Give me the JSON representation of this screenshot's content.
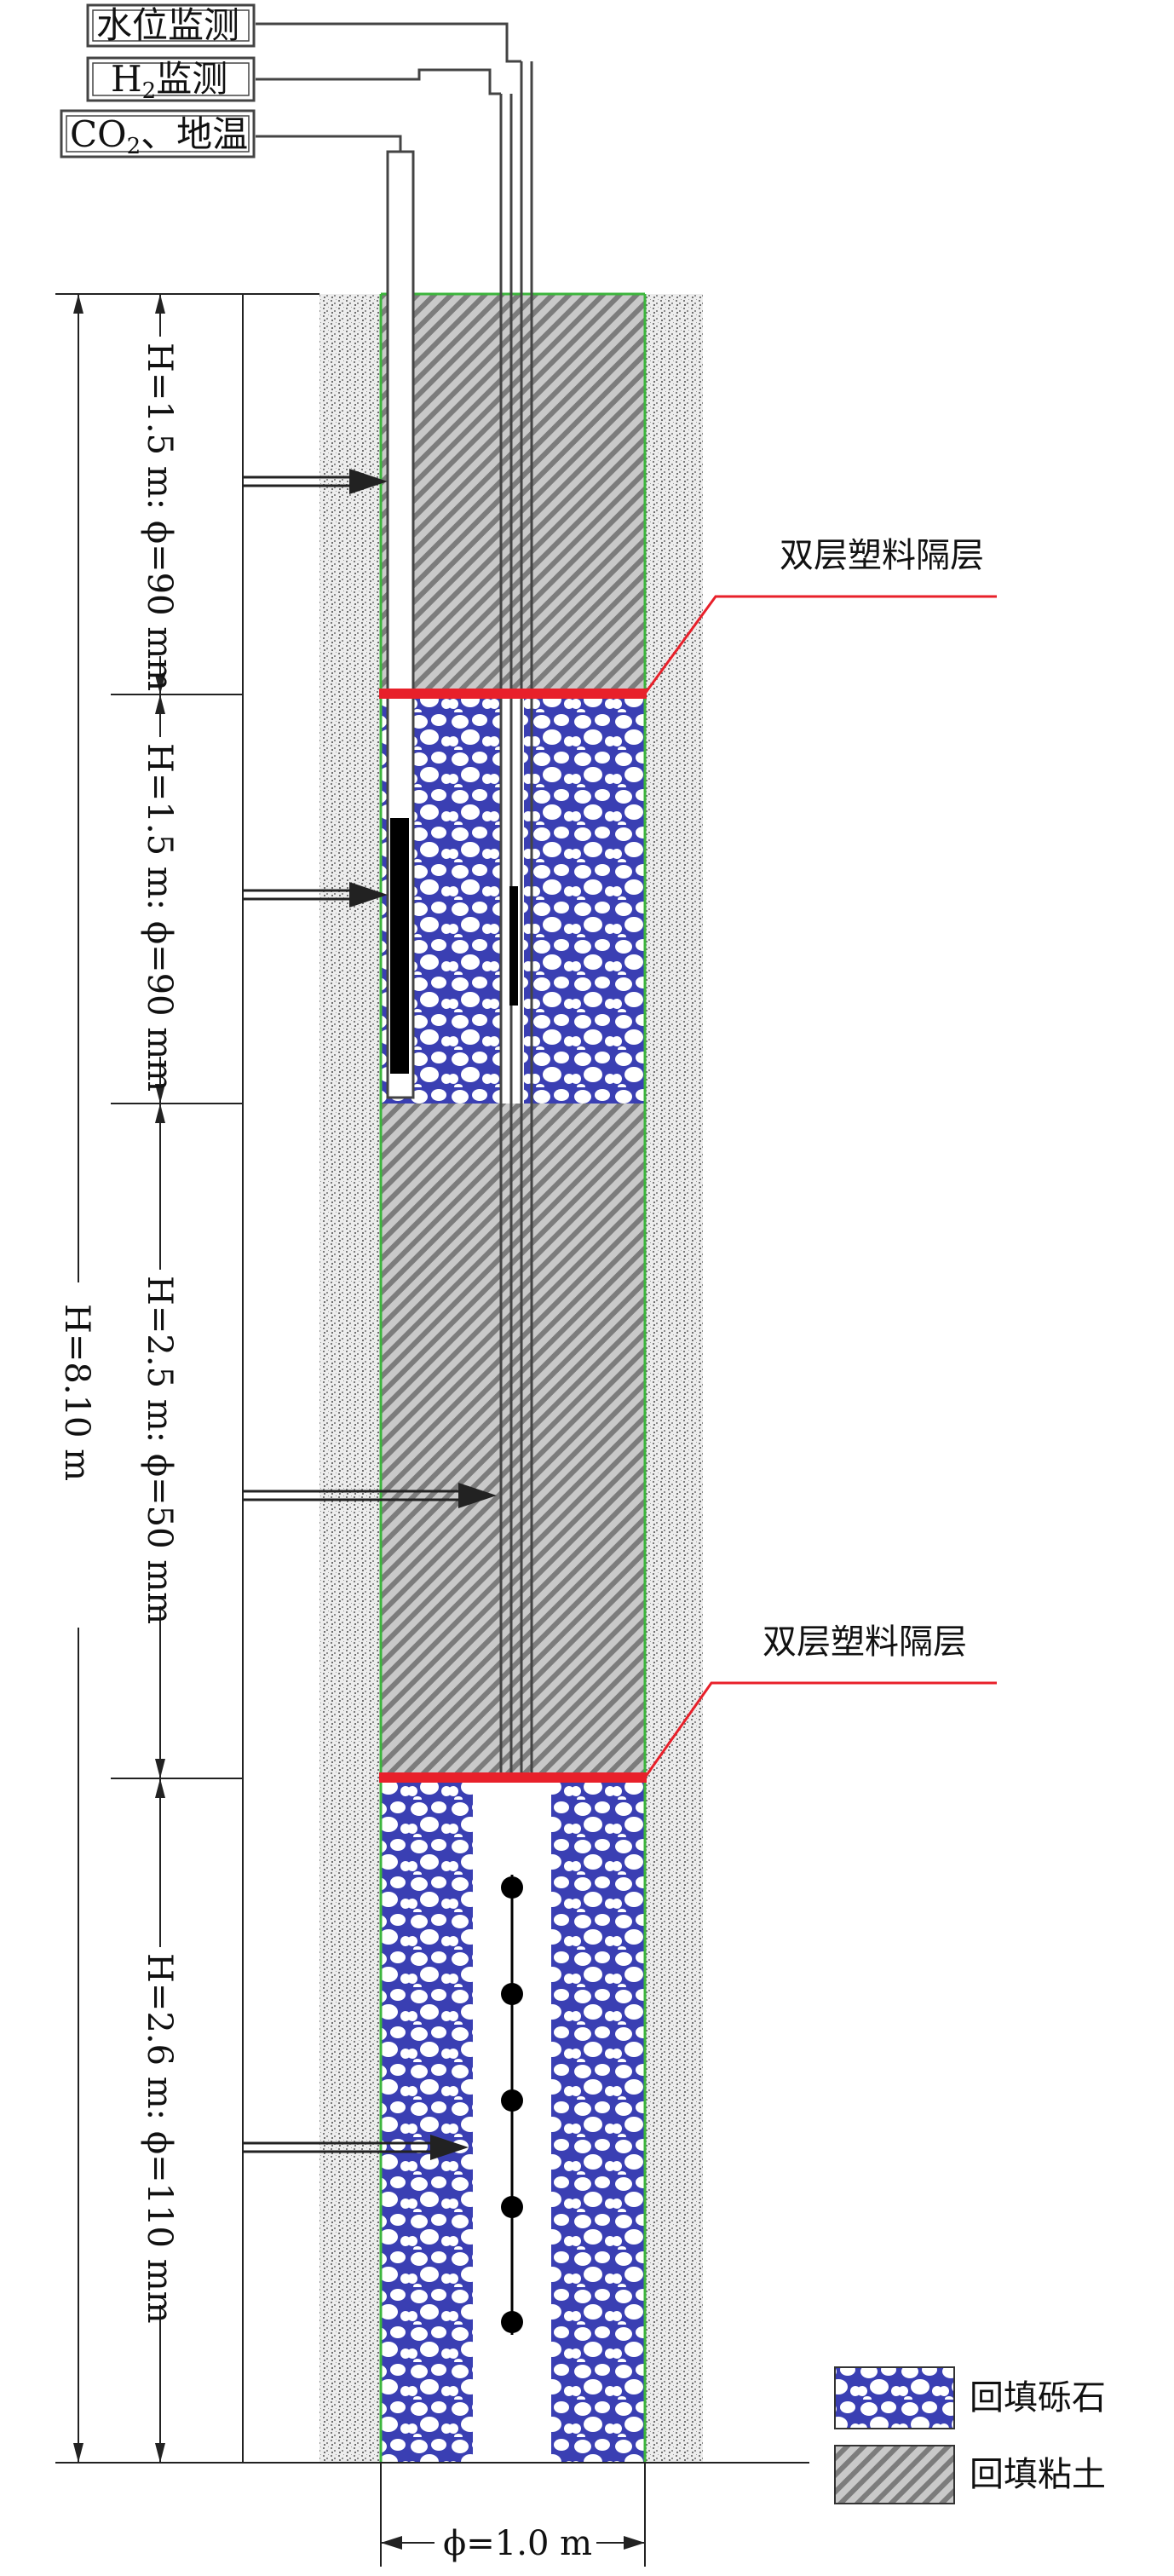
{
  "labels": {
    "water_level": "水位监测",
    "h2_prefix": "H",
    "h2_sub": "2",
    "h2_suffix": "监测",
    "co2_prefix": "CO",
    "co2_sub": "2",
    "co2_suffix": "、地温"
  },
  "dimensions": {
    "total": "H=8.10 m",
    "segments": [
      "H=1.5 m: ϕ=90 mm",
      "H=1.5 m: ϕ=90 mm",
      "H=2.5 m: ϕ=50 mm",
      "H=2.6 m: ϕ=110 mm"
    ],
    "diameter": "ϕ=1.0 m"
  },
  "annotations": {
    "barrier_upper": "双层塑料隔层",
    "barrier_lower": "双层塑料隔层"
  },
  "legend": {
    "gravel": "回填砾石",
    "clay": "回填粘土"
  },
  "colors": {
    "barrier": "#e8202a",
    "gravel": "#3a3fb3",
    "boundary": "#3cb53c",
    "clay": "#8a8a8a",
    "soil": "#9a9a9a"
  }
}
